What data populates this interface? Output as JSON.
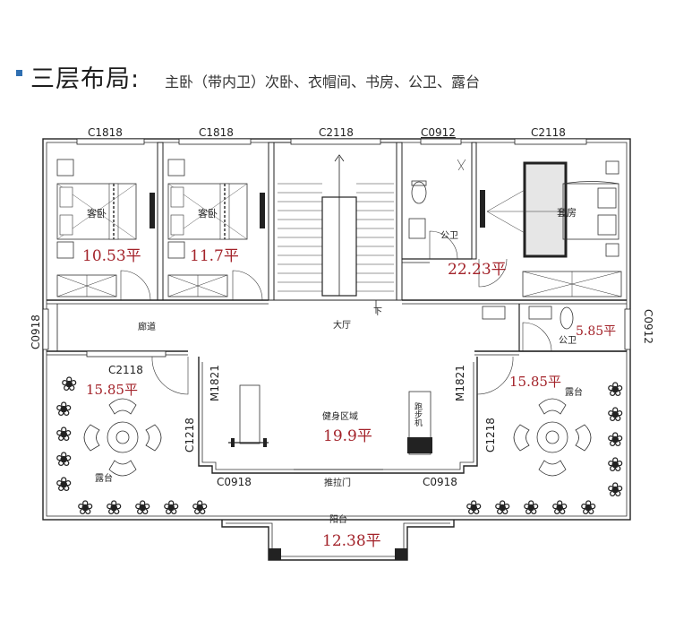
{
  "header": {
    "title": "三层布局:",
    "subtitle": "主卧（带内卫）次卧、衣帽间、书房、公卫、露台"
  },
  "rooms": {
    "guest_bed_1": {
      "label": "客卧",
      "area": "10.53平"
    },
    "guest_bed_2": {
      "label": "客卧",
      "area": "11.7平"
    },
    "study": {
      "label": "套房",
      "area": "22.23平"
    },
    "bath_top": {
      "label": "公卫"
    },
    "bath_right": {
      "label": "公卫",
      "area": "5.85平"
    },
    "corridor": {
      "label": "廊道"
    },
    "hall": {
      "label": "大厅"
    },
    "stairs_down": {
      "label": "下"
    },
    "gym": {
      "label": "健身区域",
      "area": "19.9平"
    },
    "treadmill": {
      "label": "跑步机"
    },
    "terrace_left": {
      "label": "露台",
      "area": "15.85平"
    },
    "terrace_right": {
      "label": "露台",
      "area": "15.85平"
    },
    "sliding_door": {
      "label": "推拉门"
    },
    "balcony": {
      "label": "阳台",
      "area": "12.38平"
    }
  },
  "codes": {
    "top_1": "C1818",
    "top_2": "C1818",
    "top_3": "C2118",
    "top_4": "C0912",
    "top_5": "C2118",
    "left_side": "C0918",
    "right_side": "C0912",
    "terrace_window": "C2118",
    "door_left": "M1821",
    "door_right": "M1821",
    "win_left": "C1218",
    "win_right": "C1218",
    "bottom_left": "C0918",
    "bottom_right": "C0918"
  },
  "colors": {
    "wall": "#222222",
    "area_text": "#a3232a",
    "accent": "#2f6fb1"
  }
}
